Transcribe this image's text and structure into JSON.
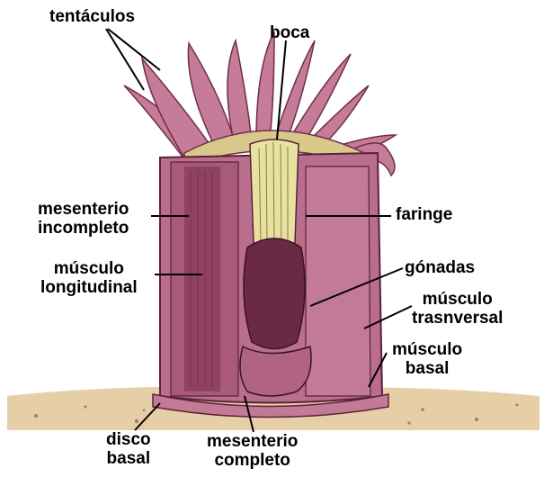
{
  "labels": {
    "tentaculos": "tentáculos",
    "boca": "boca",
    "faringe": "faringe",
    "mesenterio_incompleto": [
      "mesenterio",
      "incompleto"
    ],
    "musculo_longitudinal": [
      "músculo",
      "longitudinal"
    ],
    "gonadas": "gónadas",
    "musculo_transversal": [
      "músculo",
      "trasnversal"
    ],
    "musculo_basal": [
      "músculo",
      "basal"
    ],
    "disco_basal": [
      "disco",
      "basal"
    ],
    "mesenterio_completo": [
      "mesenterio",
      "completo"
    ]
  },
  "colors": {
    "body": "#b86e8c",
    "body_dark": "#7a3550",
    "body_light": "#d79ab2",
    "tentacle": "#c67b98",
    "pharynx": "#e8e2a2",
    "ground": "#e6cfa6"
  }
}
